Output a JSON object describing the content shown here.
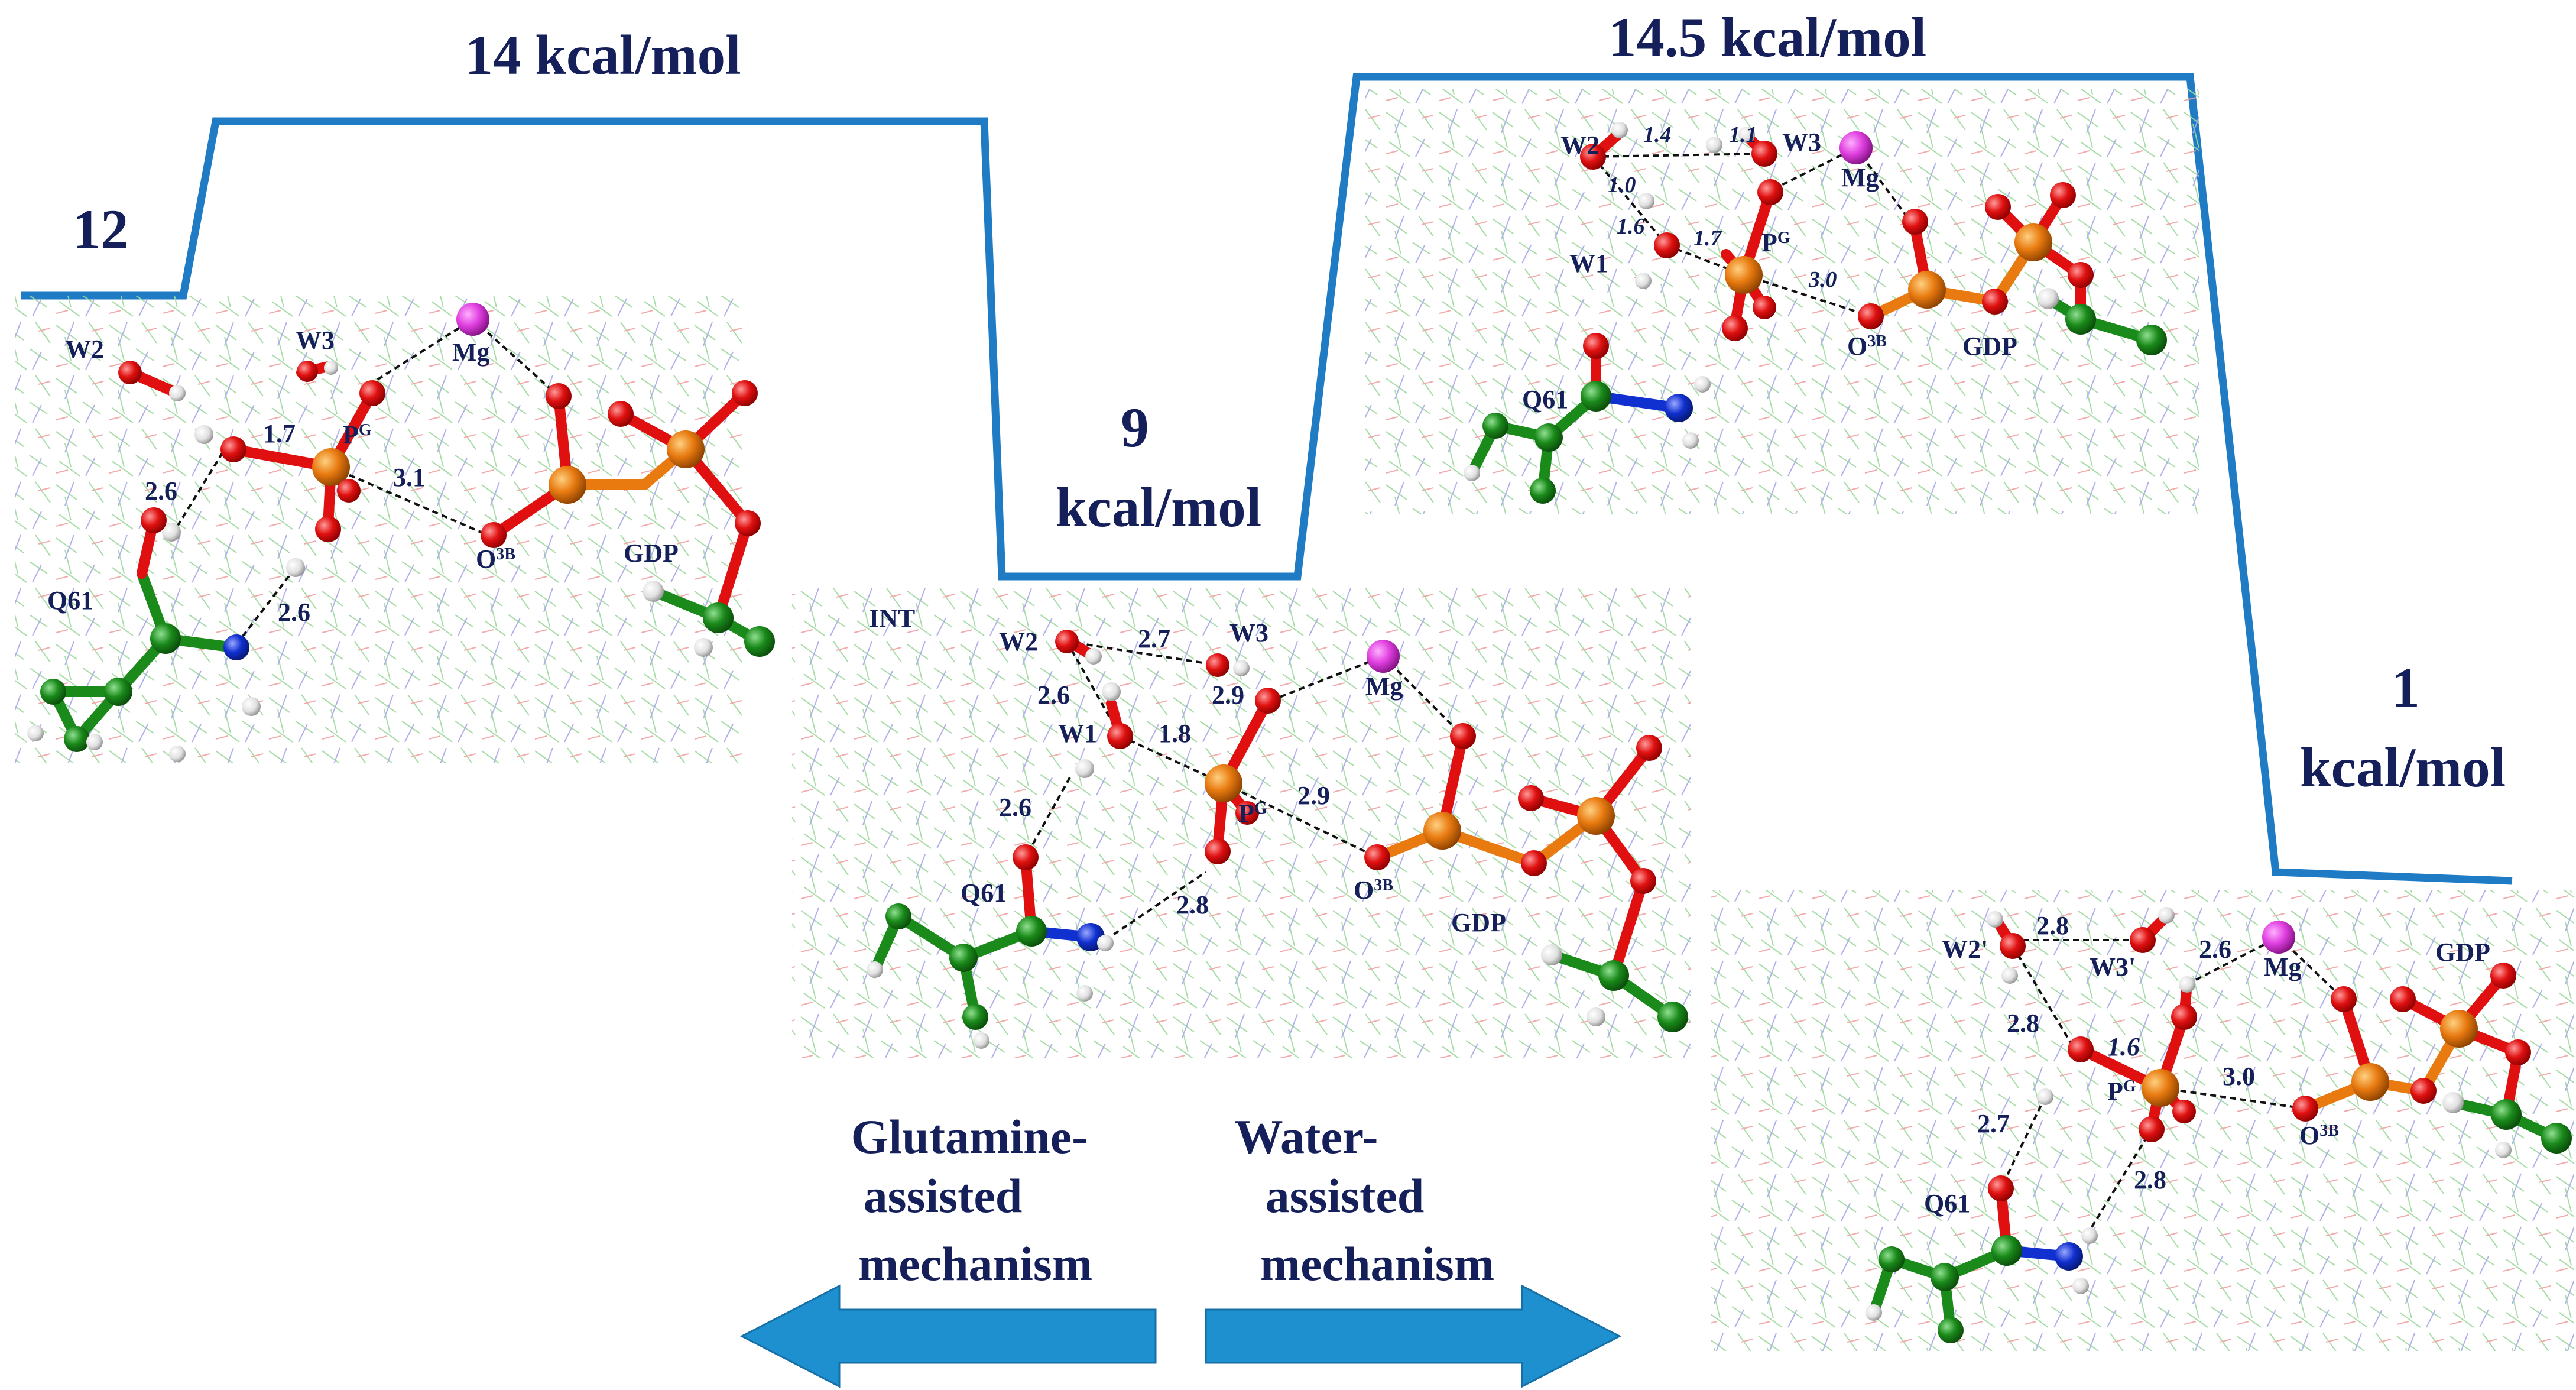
{
  "energies": {
    "reactant_left": "12",
    "ts_left": "14 kcal/mol",
    "intermediate_value": "9",
    "intermediate_unit": "kcal/mol",
    "ts_right": "14.5 kcal/mol",
    "product_value": "1",
    "product_unit": "kcal/mol"
  },
  "mechanisms": {
    "left": [
      "Glutamine-",
      "assisted",
      "mechanism"
    ],
    "right": [
      "Water-",
      "assisted",
      "mechanism"
    ]
  },
  "panel_reactant": {
    "atoms": {
      "w2": "W2",
      "w3": "W3",
      "mg": "Mg",
      "pg": "P",
      "pg_sup": "G",
      "o3b": "O",
      "o3b_sup": "3B",
      "gdp": "GDP",
      "q61": "Q61"
    },
    "distances": {
      "d1": "1.7",
      "d2": "2.6",
      "d3": "3.1",
      "d4": "2.6"
    }
  },
  "panel_int": {
    "atoms": {
      "int": "INT",
      "w2": "W2",
      "w3": "W3",
      "w1": "W1",
      "mg": "Mg",
      "pg": "P",
      "pg_sup": "G",
      "o3b": "O",
      "o3b_sup": "3B",
      "gdp": "GDP",
      "q61": "Q61"
    },
    "distances": {
      "d1": "2.7",
      "d2": "2.6",
      "d3": "2.9",
      "d4": "1.8",
      "d5": "2.9",
      "d6": "2.6",
      "d7": "2.8"
    }
  },
  "panel_ts": {
    "atoms": {
      "w2": "W2",
      "w3": "W3",
      "w1": "W1",
      "mg": "Mg",
      "pg": "P",
      "pg_sup": "G",
      "o3b": "O",
      "o3b_sup": "3B",
      "gdp": "GDP",
      "q61": "Q61"
    },
    "distances": {
      "d1": "1.4",
      "d2": "1.1",
      "d3": "1.0",
      "d4": "1.6",
      "d5": "1.7",
      "d6": "3.0"
    }
  },
  "panel_product": {
    "atoms": {
      "w2p": "W2'",
      "w3p": "W3'",
      "mg": "Mg",
      "gdp": "GDP",
      "pg": "P",
      "pg_sup": "G",
      "o3b": "O",
      "o3b_sup": "3B",
      "q61": "Q61"
    },
    "distances": {
      "d1": "2.8",
      "d2": "2.6",
      "d3": "2.8",
      "d4": "1.6",
      "d5": "3.0",
      "d6": "2.7",
      "d7": "2.8"
    }
  },
  "colors": {
    "profile_line": "#1f7bc4",
    "label_text": "#15205a",
    "arrow_fill": "#1e8fcf",
    "oxygen": "#e01010",
    "phosphorus": "#e87a10",
    "carbon": "#1a8a1a",
    "nitrogen": "#1030d0",
    "hydrogen": "#e6e6e6",
    "magnesium": "#e040e0"
  }
}
